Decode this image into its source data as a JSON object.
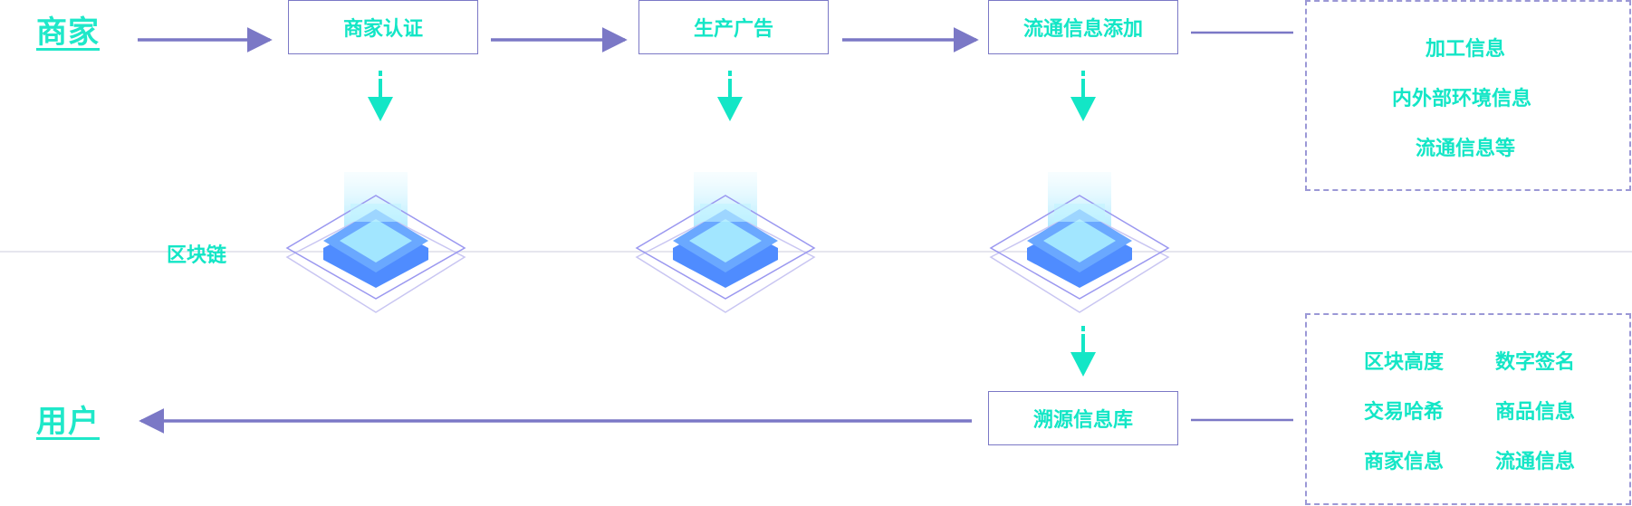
{
  "actors": {
    "merchant": "商家",
    "user": "用户"
  },
  "steps": [
    "商家认证",
    "生产广告",
    "流通信息添加"
  ],
  "trace_db": "溯源信息库",
  "blockchain_label": "区块链",
  "top_note": [
    "加工信息",
    "内外部环境信息",
    "流通信息等"
  ],
  "bottom_note": [
    [
      "区块高度",
      "数字签名"
    ],
    [
      "交易哈希",
      "商品信息"
    ],
    [
      "商家信息",
      "流通信息"
    ]
  ],
  "colors": {
    "accent": "#13e6c6",
    "line": "#7b78c6",
    "dash": "#9b98d6",
    "axis": "#e6e6ee",
    "block_top": "#a8ecff",
    "block_side": "#4f8cff"
  }
}
